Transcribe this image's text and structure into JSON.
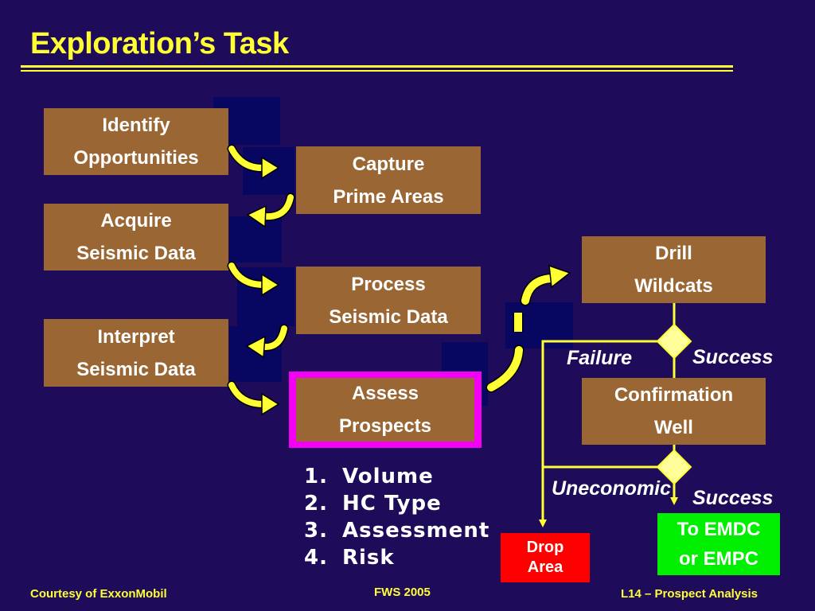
{
  "title": "Exploration’s Task",
  "boxes": {
    "identify": [
      "Identify",
      "Opportunities"
    ],
    "capture": [
      "Capture",
      "Prime Areas"
    ],
    "acquire": [
      "Acquire",
      "Seismic Data"
    ],
    "process": [
      "Process",
      "Seismic Data"
    ],
    "interpret": [
      "Interpret",
      "Seismic Data"
    ],
    "assess": [
      "Assess",
      "Prospects"
    ],
    "drill": [
      "Drill",
      "Wildcats"
    ],
    "confirm": [
      "Confirmation",
      "Well"
    ]
  },
  "assess_list": [
    {
      "num": "1.",
      "text": "Volume"
    },
    {
      "num": "2.",
      "text": "HC Type"
    },
    {
      "num": "3.",
      "text": "Assessment"
    },
    {
      "num": "4.",
      "text": "Risk"
    }
  ],
  "labels": {
    "failure": "Failure",
    "success1": "Success",
    "uneconomic": "Uneconomic",
    "success2": "Success"
  },
  "drop_area": [
    "Drop",
    "Area"
  ],
  "emdc": [
    "To EMDC",
    "or EMPC"
  ],
  "footer": {
    "left": "Courtesy of ExxonMobil",
    "center": "FWS 2005",
    "right": "L14 – Prospect Analysis"
  },
  "colors": {
    "background": "#1e0c5a",
    "title": "#ffff33",
    "box": "#9a6634",
    "highlight": "#f400f4",
    "drop": "#ff0000",
    "success": "#00ee00"
  }
}
